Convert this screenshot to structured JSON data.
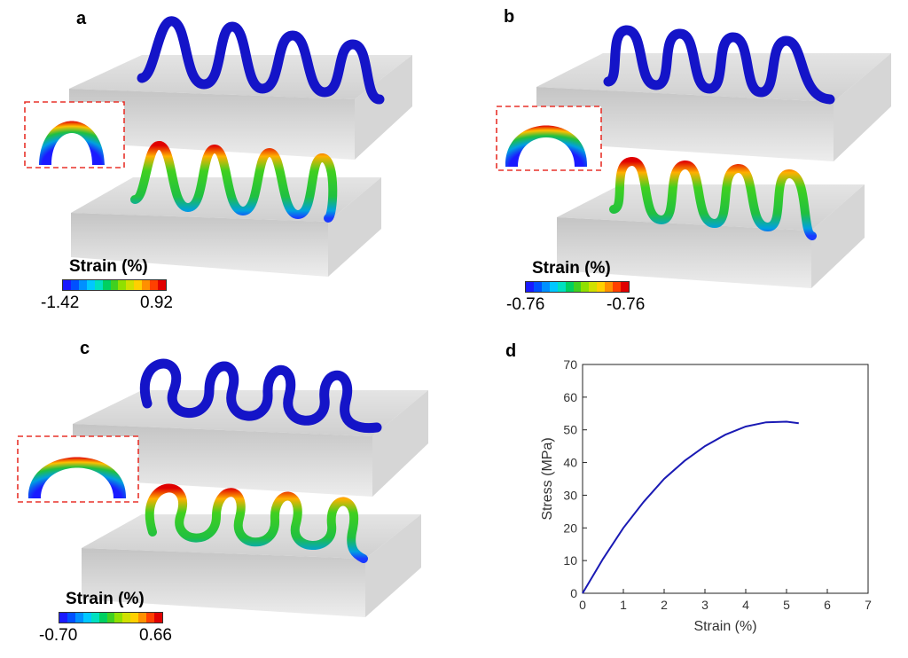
{
  "panels": [
    {
      "letter": "a",
      "colorbar": {
        "title": "Strain (%)",
        "min": "-1.42",
        "max": "0.92"
      }
    },
    {
      "letter": "b",
      "colorbar": {
        "title": "Strain (%)",
        "min": "-0.76",
        "max": "-0.76"
      }
    },
    {
      "letter": "c",
      "colorbar": {
        "title": "Strain (%)",
        "min": "-0.70",
        "max": "0.66"
      }
    },
    {
      "letter": "d"
    }
  ],
  "colorscale": [
    "#1a1aff",
    "#0050ff",
    "#0090ff",
    "#00c8ff",
    "#00e0c0",
    "#00d060",
    "#40d020",
    "#90e000",
    "#d0e000",
    "#ffd000",
    "#ff9000",
    "#ff4000",
    "#e00000"
  ],
  "colors": {
    "shape": "#1414c8",
    "box": "#dcdcdc",
    "inset_border": "#e8322a",
    "curve": "#1a1ab4"
  },
  "chart_data": {
    "type": "line",
    "xlabel": "Strain (%)",
    "ylabel": "Stress (MPa)",
    "xlim": [
      0,
      7
    ],
    "ylim": [
      0,
      70
    ],
    "xticks": [
      "0",
      "1",
      "2",
      "3",
      "4",
      "5",
      "6",
      "7"
    ],
    "yticks": [
      "0",
      "10",
      "20",
      "30",
      "40",
      "50",
      "60",
      "70"
    ],
    "grid": false,
    "series": [
      {
        "x": [
          0,
          0.5,
          1,
          1.5,
          2,
          2.5,
          3,
          3.5,
          4,
          4.5,
          5,
          5.3
        ],
        "y": [
          0,
          10.5,
          20,
          28,
          35,
          40.5,
          45,
          48.5,
          51,
          52.3,
          52.5,
          52
        ]
      }
    ]
  }
}
